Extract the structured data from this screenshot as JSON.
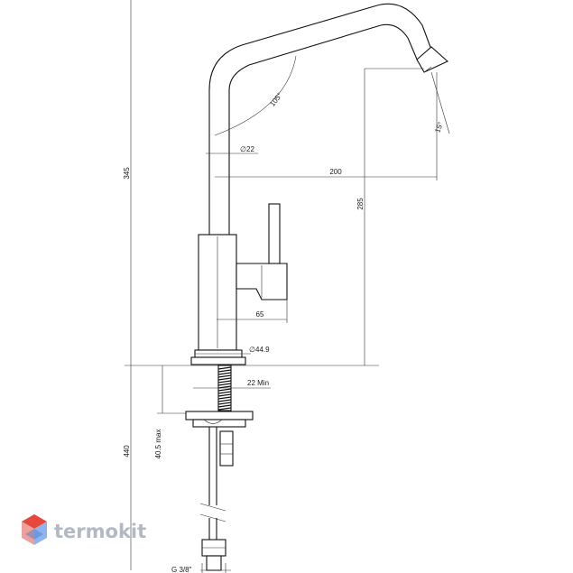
{
  "dimensions": {
    "total_height": "345",
    "spout_reach": "200",
    "spout_height": "285",
    "spout_angle": "105°",
    "aerator_angle": "15°",
    "tube_diameter": "22",
    "handle_length": "65",
    "base_diameter": "44.9",
    "deck_min": "22 Min",
    "deck_max": "40.5 max",
    "hose_length": "440",
    "thread": "G 3/8\""
  },
  "diameter_symbol": "∅",
  "logo": {
    "text": "termokit"
  },
  "colors": {
    "line": "#111111",
    "logo_gray": "#b3b9c2",
    "logo_red": "#e8473d",
    "logo_blue": "#4a7fd6"
  }
}
